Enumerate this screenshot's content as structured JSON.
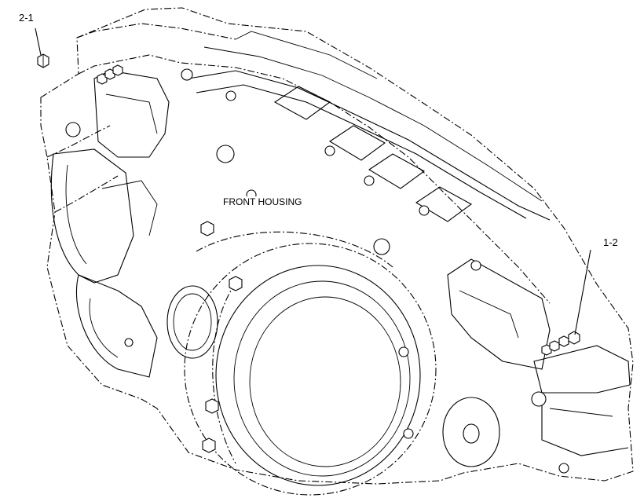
{
  "labels": {
    "callout_top_left": "2-1",
    "callout_right": "1-2",
    "part_name": "FRONT HOUSING"
  },
  "colors": {
    "line": "#000000",
    "background": "#ffffff"
  }
}
